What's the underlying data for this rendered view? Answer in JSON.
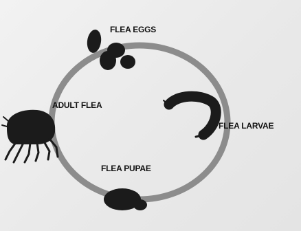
{
  "diagram": {
    "stages": [
      {
        "label": "FLEA EGGS",
        "icon": "flea-eggs-icon"
      },
      {
        "label": "FLEA LARVAE",
        "icon": "flea-larva-icon"
      },
      {
        "label": "FLEA PUPAE",
        "icon": "flea-pupa-icon"
      },
      {
        "label": "ADULT FLEA",
        "icon": "adult-flea-icon"
      }
    ],
    "colors": {
      "background": "#ececec",
      "cycle_ring": "#8c8c8c",
      "organism": "#1b1b1b"
    }
  }
}
